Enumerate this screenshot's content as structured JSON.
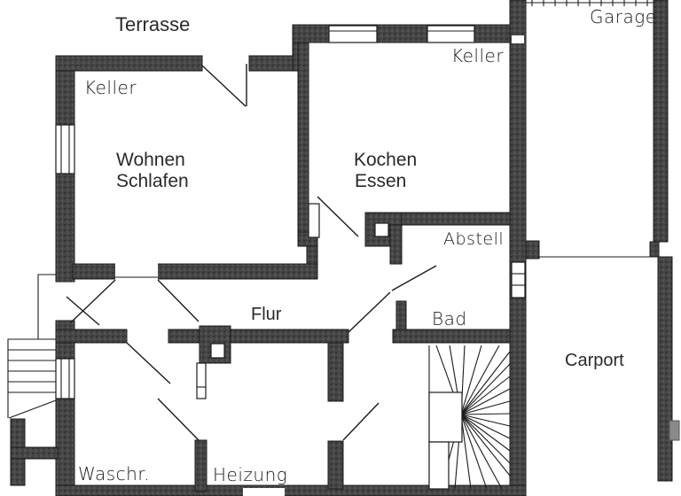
{
  "plan": {
    "kind": "floorplan-drawing"
  },
  "labels": {
    "terrasse": "Terrasse",
    "keller_left": "Keller",
    "wohnen_line1": "Wohnen",
    "wohnen_line2": "Schlafen",
    "kochen_line1": "Kochen",
    "kochen_line2": "Essen",
    "keller_right": "Keller",
    "garage": "Garage",
    "abstell": "Abstell",
    "bad": "Bad",
    "flur": "Flur",
    "waschr": "Waschr.",
    "heizung": "Heizung",
    "carport": "Carport"
  },
  "colors": {
    "wall": "#454545",
    "line": "#1b1b1b",
    "background": "#ffffff",
    "text": "#2a2a2a"
  }
}
